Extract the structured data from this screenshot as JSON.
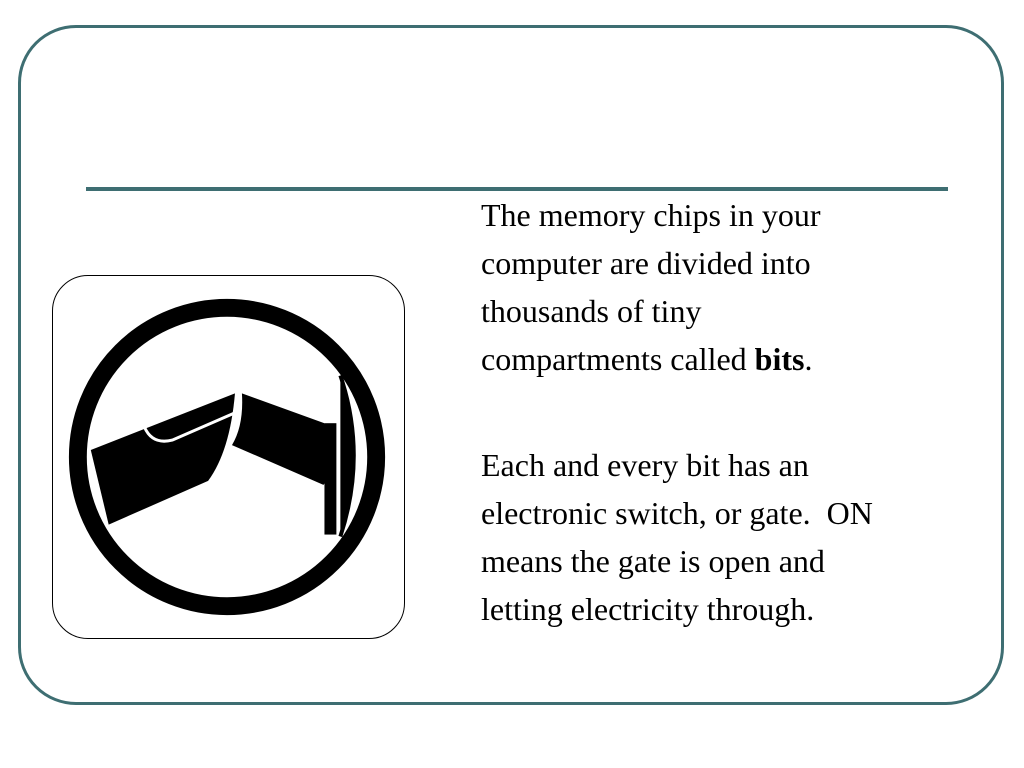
{
  "paragraph_1": {
    "line_1": "The memory chips in your",
    "line_2": "computer are divided into",
    "line_3": "thousands of tiny",
    "line_4_prefix": "compartments called ",
    "line_4_bold": "bits",
    "line_4_suffix": "."
  },
  "paragraph_2": {
    "line_1": "Each and every bit has an",
    "line_2": "electronic switch, or gate.  ON",
    "line_3": "means the gate is open and",
    "line_4": "letting electricity through."
  },
  "icon": "switch-gate-icon",
  "colors": {
    "frame": "#3e6e72",
    "text": "#000000",
    "background": "#ffffff"
  }
}
